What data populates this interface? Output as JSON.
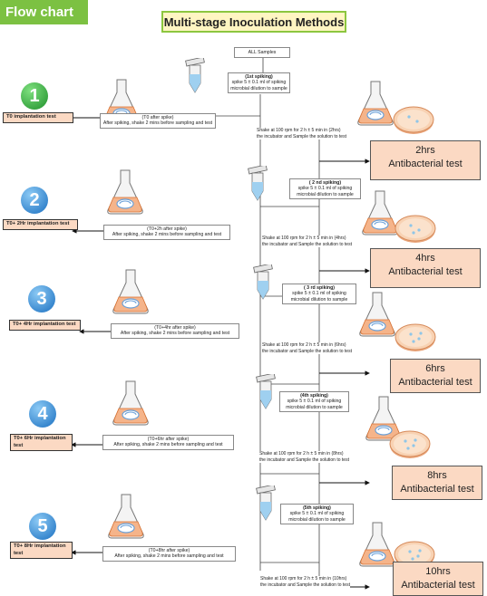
{
  "header": {
    "tag": "Flow chart",
    "title": "Multi-stage Inoculation Methods"
  },
  "start": {
    "label": "ALL Samples"
  },
  "stages": [
    {
      "number": "1",
      "spike_title": "(1st spiking)",
      "spike_text_1": "spike 5 ± 0.1 ml of spiking",
      "spike_text_2": "microbial dilution to sample",
      "sample_title": "(T0 after spike)",
      "sample_text": "After spiking, shake 2 mins before sampling and test",
      "implant_label": "T0  implantation test",
      "shake_line_1": "Shake at 100 rpm for 2 h ± 5 min in  (2hrs)",
      "shake_line_2": "the incubator and Sample the solution to test",
      "anti_time": "2hrs",
      "anti_label": "Antibacterial test"
    },
    {
      "number": "2",
      "spike_title": "( 2 nd spiking)",
      "spike_text_1": "spike 5 ± 0.1 ml of spiking",
      "spike_text_2": "microbial dilution to sample",
      "sample_title": "(T0+2h after spike)",
      "sample_text": "After spiking, shake 2 mins before sampling and test",
      "implant_label": "T0+ 2Hr implantation test",
      "shake_line_1": "Shake at 100 rpm for 2 h ± 5 min in  (4hrs)",
      "shake_line_2": "the incubator and Sample the solution to test",
      "anti_time": "4hrs",
      "anti_label": "Antibacterial test"
    },
    {
      "number": "3",
      "spike_title": "( 3 rd spiking)",
      "spike_text_1": "spike 5 ± 0.1 ml of spiking",
      "spike_text_2": "microbial dilution to sample",
      "sample_title": "(T0+4hr after spike)",
      "sample_text": "After spiking, shake 2 mins before sampling and test",
      "implant_label": "T0+ 4Hr implantation test",
      "shake_line_1": "Shake at 100 rpm for 2 h ± 5 min in  (6hrs)",
      "shake_line_2": "the incubator and Sample the solution to test",
      "anti_time": "6hrs",
      "anti_label": "Antibacterial test"
    },
    {
      "number": "4",
      "spike_title": "(4th spiking)",
      "spike_text_1": "spike 5 ± 0.1 ml of spiking",
      "spike_text_2": "microbial dilution to sample",
      "sample_title": "(T0+6hr after spike)",
      "sample_text": "After spiking, shake 2 mins before sampling and test",
      "implant_label": "T0+ 6Hr implantation test",
      "shake_line_1": "Shake at 100 rpm for 2 h ± 5 min in  (8hrs)",
      "shake_line_2": "the incubator and Sample the solution to test",
      "anti_time": "8hrs",
      "anti_label": "Antibacterial test"
    },
    {
      "number": "5",
      "spike_title": "(5th spiking)",
      "spike_text_1": "spike 5 ± 0.1 ml of spiking",
      "spike_text_2": "microbial dilution to sample",
      "sample_title": "(T0+8hr after spike)",
      "sample_text": "After spiking, shake 2 mins before sampling and test",
      "implant_label": "T0+ 8Hr implantation test",
      "shake_line_1": "Shake at 100 rpm for 2 h ± 5 min in  (10hrs)",
      "shake_line_2": "the incubator and Sample the solution to test",
      "anti_time": "10hrs",
      "anti_label": "Antibacterial test"
    }
  ],
  "colors": {
    "tag": "#7cc142",
    "title_fill": "#fff5c2",
    "box_fill": "#fbd9c3",
    "badge_green": "#1e8f2a",
    "badge_blue": "#1a6fc0"
  }
}
